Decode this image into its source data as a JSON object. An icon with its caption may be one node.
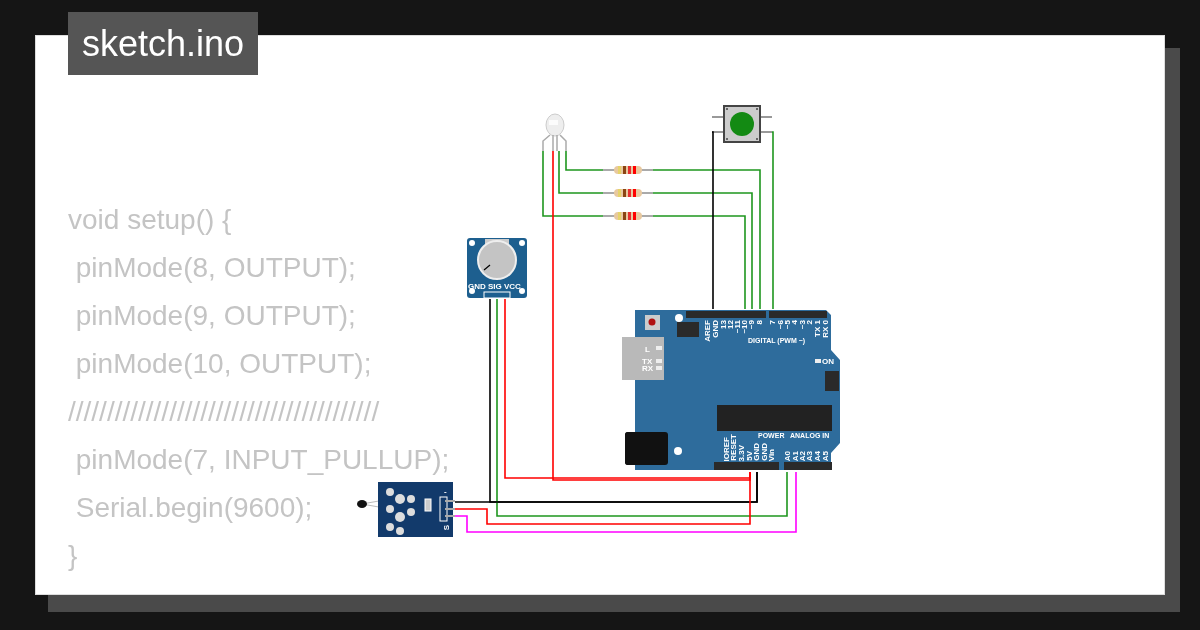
{
  "diagram": {
    "title": "sketch.ino",
    "nodes": [
      {
        "text": [],
        "shape": "picture"
      },
      {
        "text": [],
        "shape": "picture"
      },
      {
        "text": [],
        "shape": "picture"
      },
      {
        "text": [],
        "shape": "picture"
      },
      {
        "text": [],
        "shape": "picture"
      },
      {
        "text": [],
        "shape": "picture"
      },
      {
        "text": [],
        "shape": "picture"
      },
      {
        "text": [],
        "shape": "picture"
      }
    ],
    "edges": [
      {
        "from": 0,
        "to": 3,
        "arrow": "none"
      },
      {
        "from": 0,
        "to": 7,
        "arrow": "none",
        "color": "#ff0000"
      },
      {
        "from": 0,
        "to": 2,
        "arrow": "none"
      },
      {
        "from": 0,
        "to": 1,
        "arrow": "none"
      },
      {
        "from": 1,
        "to": 7,
        "arrow": "none"
      },
      {
        "from": 2,
        "to": 7,
        "arrow": "none"
      },
      {
        "from": 3,
        "to": 7,
        "arrow": "none"
      },
      {
        "from": 4,
        "to": 7,
        "arrow": "none",
        "color": "#000000"
      },
      {
        "from": 4,
        "to": 7,
        "arrow": "none"
      },
      {
        "from": 5,
        "to": 7,
        "arrow": "none",
        "color": "#000000"
      },
      {
        "from": 5,
        "to": 7,
        "arrow": "none"
      },
      {
        "from": 5,
        "to": 7,
        "arrow": "none",
        "color": "#ff0000"
      },
      {
        "from": 6,
        "to": 7,
        "arrow": "none",
        "color": "#000000"
      },
      {
        "from": 6,
        "to": 7,
        "arrow": "none",
        "color": "#ff0000"
      },
      {
        "from": 6,
        "to": 7,
        "arrow": "none",
        "color": "#ff00ff"
      }
    ],
    "labels": [
      "void setup() {",
      " pinMode(8, OUTPUT);",
      " pinMode(9, OUTPUT);",
      " pinMode(10, OUTPUT);",
      "////////////////////////////////////////",
      " pinMode(7, INPUT_PULLUP);",
      " Serial.begin(9600);",
      "}",
      "GND",
      "SIG",
      "VCC",
      "AREF",
      "GND",
      "13",
      "12",
      "~11",
      "~10",
      "~9",
      "8",
      "7",
      "~6",
      "~5",
      "4",
      "~3",
      "2",
      "TX 1",
      "RX 0",
      "DIGITAL (PWM ~)",
      "L",
      "TX",
      "RX",
      "ON",
      "IOREF",
      "RESET",
      "3.3V",
      "5V",
      "GND",
      "GND",
      "Vin",
      "POWER",
      "ANALOG IN",
      "A0",
      "A1",
      "A2",
      "A3",
      "A4",
      "A5",
      "-",
      "S"
    ]
  }
}
